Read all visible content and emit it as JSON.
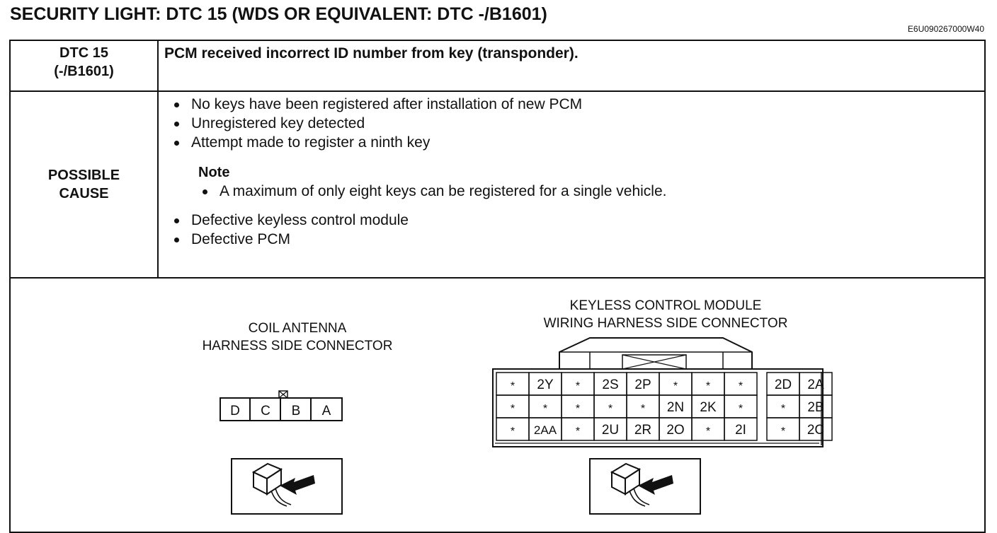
{
  "header": {
    "title": "SECURITY LIGHT: DTC 15 (WDS OR EQUIVALENT: DTC -/B1601)",
    "doc_code": "E6U090267000W40"
  },
  "dtc_row": {
    "label_line1": "DTC 15",
    "label_line2": "(-/B1601)",
    "description": "PCM received incorrect ID number from key (transponder)."
  },
  "cause_row": {
    "label_line1": "POSSIBLE",
    "label_line2": "CAUSE",
    "causes_before_note": [
      "No keys have been registered after installation of new PCM",
      "Unregistered key detected",
      "Attempt made to register a ninth key"
    ],
    "note_title": "Note",
    "note_items": [
      "A maximum of only eight keys can be registered for a single vehicle."
    ],
    "causes_after_note": [
      "Defective keyless control module",
      "Defective PCM"
    ]
  },
  "diagram": {
    "coil_antenna": {
      "caption_line1": "COIL ANTENNA",
      "caption_line2": "HARNESS SIDE CONNECTOR",
      "pins": [
        "D",
        "C",
        "B",
        "A"
      ]
    },
    "keyless_module": {
      "caption_line1": "KEYLESS CONTROL MODULE",
      "caption_line2": "WIRING HARNESS SIDE CONNECTOR",
      "pin_rows": [
        [
          "*",
          "2Y",
          "*",
          "2S",
          "2P",
          "*",
          "*",
          "*",
          "2D",
          "2A"
        ],
        [
          "*",
          "*",
          "*",
          "*",
          "*",
          "2N",
          "2K",
          "*",
          "*",
          "2B"
        ],
        [
          "*",
          "2AA",
          "*",
          "2U",
          "2R",
          "2O",
          "*",
          "2I",
          "*",
          "2C"
        ]
      ]
    }
  }
}
